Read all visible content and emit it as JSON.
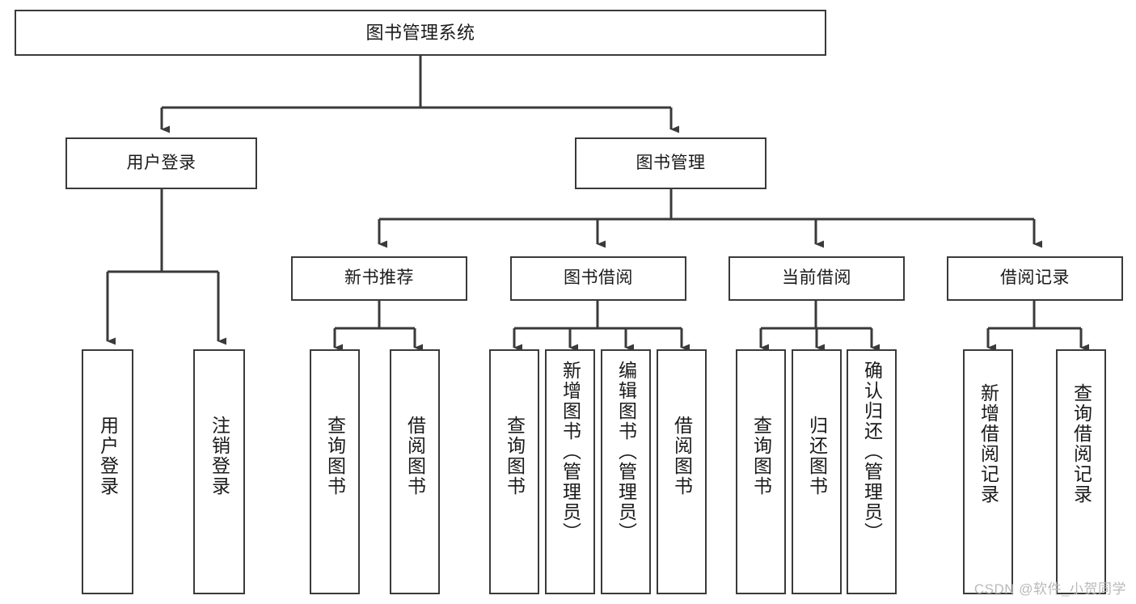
{
  "diagram": {
    "title_node": {
      "label": "图书管理系统"
    },
    "level2": [
      {
        "id": "user-login",
        "label": "用户登录"
      },
      {
        "id": "book-management",
        "label": "图书管理"
      }
    ],
    "level3": [
      {
        "id": "new-book-recommend",
        "label": "新书推荐"
      },
      {
        "id": "book-borrow",
        "label": "图书借阅"
      },
      {
        "id": "current-borrow",
        "label": "当前借阅"
      },
      {
        "id": "borrow-record",
        "label": "借阅记录"
      }
    ],
    "leaves": {
      "user_login": [
        {
          "id": "leaf-user-login",
          "label": "用户登录"
        },
        {
          "id": "leaf-logout-login",
          "label": "注销登录"
        }
      ],
      "new_book_recommend": [
        {
          "id": "leaf-query-book-1",
          "label": "查询图书"
        },
        {
          "id": "leaf-borrow-book-1",
          "label": "借阅图书"
        }
      ],
      "book_borrow": [
        {
          "id": "leaf-query-book-2",
          "label": "查询图书"
        },
        {
          "id": "leaf-add-book",
          "label": "新增图书（管理员）"
        },
        {
          "id": "leaf-edit-book",
          "label": "编辑图书（管理员）"
        },
        {
          "id": "leaf-borrow-book-2",
          "label": "借阅图书"
        }
      ],
      "current_borrow": [
        {
          "id": "leaf-query-book-3",
          "label": "查询图书"
        },
        {
          "id": "leaf-return-book",
          "label": "归还图书"
        },
        {
          "id": "leaf-confirm-return",
          "label": "确认归还（管理员）"
        }
      ],
      "borrow_record": [
        {
          "id": "leaf-add-record",
          "label": "新增借阅记录"
        },
        {
          "id": "leaf-query-record",
          "label": "查询借阅记录"
        }
      ]
    }
  },
  "watermark": {
    "text": "CSDN @软件_小贺同学"
  },
  "colors": {
    "stroke": "#3a3a3a",
    "background": "#ffffff",
    "text": "#1a1a1a",
    "watermark": "#b9b9b9"
  }
}
